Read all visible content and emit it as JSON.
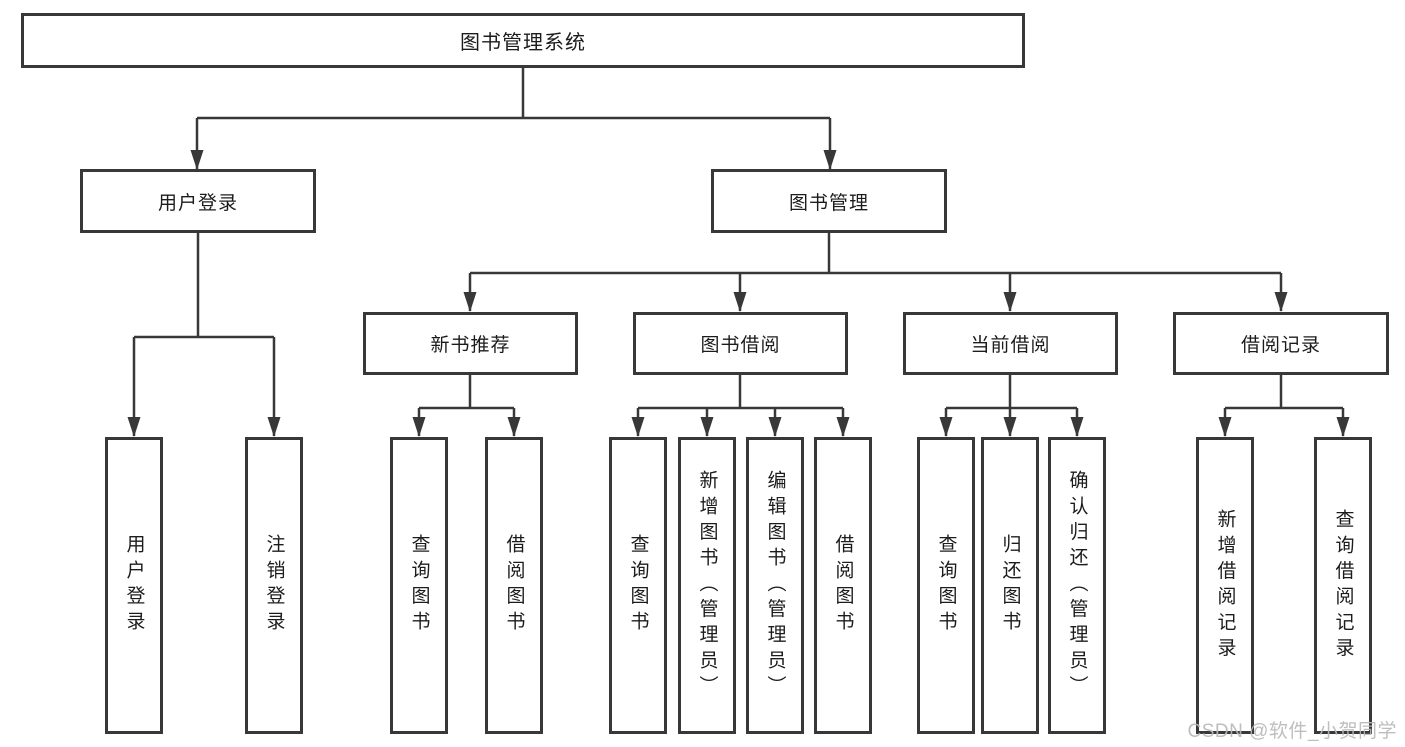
{
  "diagram": {
    "type": "functional-structure-tree",
    "orientation": "top-down",
    "tree": {
      "图书管理系统": {
        "用户登录": [
          "用户登录",
          "注销登录"
        ],
        "图书管理": {
          "新书推荐": [
            "查询图书",
            "借阅图书"
          ],
          "图书借阅": [
            "查询图书",
            "新增图书（管理员）",
            "编辑图书（管理员）",
            "借阅图书"
          ],
          "当前借阅": [
            "查询图书",
            "归还图书",
            "确认归还（管理员）"
          ],
          "借阅记录": [
            "新增借阅记录",
            "查询借阅记录"
          ]
        }
      }
    }
  },
  "nodes": {
    "root": {
      "label": "图书管理系统"
    },
    "user_login": {
      "label": "用户登录"
    },
    "book_management": {
      "label": "图书管理"
    },
    "new_book_recommend": {
      "label": "新书推荐"
    },
    "book_borrow": {
      "label": "图书借阅"
    },
    "current_borrow": {
      "label": "当前借阅"
    },
    "borrow_record": {
      "label": "借阅记录"
    },
    "user_login_action": {
      "label": "用户登录"
    },
    "logout_action": {
      "label": "注销登录"
    },
    "recommend_query_books": {
      "label": "查询图书"
    },
    "recommend_borrow_books": {
      "label": "借阅图书"
    },
    "borrow_query_books": {
      "label": "查询图书"
    },
    "borrow_add_books_admin": {
      "label": "新增图书（管理员）"
    },
    "borrow_edit_books_admin": {
      "label": "编辑图书（管理员）"
    },
    "borrow_borrow_books": {
      "label": "借阅图书"
    },
    "current_query_books": {
      "label": "查询图书"
    },
    "current_return_books": {
      "label": "归还图书"
    },
    "current_confirm_return_admin": {
      "label": "确认归还（管理员）"
    },
    "record_add": {
      "label": "新增借阅记录"
    },
    "record_query": {
      "label": "查询借阅记录"
    }
  },
  "watermark": {
    "text": "CSDN @软件_小贺同学"
  },
  "colors": {
    "background": "#ffffff",
    "box_border": "#383838",
    "connector_line": "#383838",
    "text": "#1c1c1c",
    "watermark": "#b8b8b8"
  }
}
